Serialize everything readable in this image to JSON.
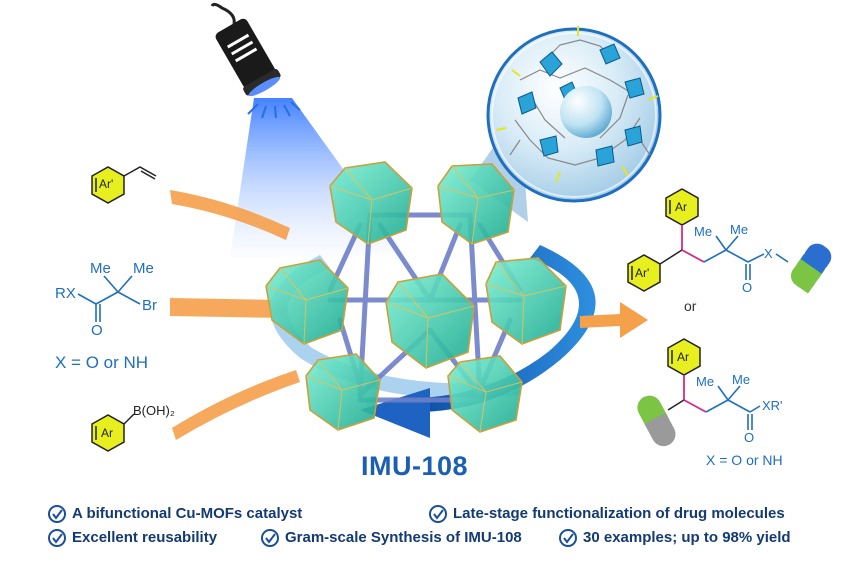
{
  "title": "IMU-108",
  "reactants": {
    "styrene_ring_label": "Ar'",
    "bromide": {
      "rx": "RX",
      "me1": "Me",
      "me2": "Me",
      "br": "Br",
      "o": "O"
    },
    "x_note": "X = O or NH",
    "boronic": {
      "ring_label": "Ar",
      "group": "B(OH)₂"
    }
  },
  "products": {
    "top": {
      "ring1": "Ar",
      "ring2": "Ar'",
      "me1": "Me",
      "me2": "Me",
      "x": "X",
      "o": "O"
    },
    "or": "or",
    "bottom": {
      "ring": "Ar",
      "me1": "Me",
      "me2": "Me",
      "xr": "XR'",
      "o": "O",
      "x_note": "X = O or NH"
    }
  },
  "features": [
    "A bifunctional Cu-MOFs catalyst",
    "Late-stage functionalization of drug molecules",
    "Excellent reusability",
    "Gram-scale Synthesis of IMU-108",
    "30 examples; up to 98% yield"
  ],
  "colors": {
    "accent_blue": "#1f6fc0",
    "title_blue": "#1a5fb4",
    "ring_yellow": "#e8ef1f",
    "arrow_orange": "#f5a04a",
    "mof_cyan": "#2fd6b4",
    "pill_green": "#7cc444"
  },
  "icons": [
    "flashlight-icon",
    "check-circle-icon",
    "capsule-icon"
  ]
}
